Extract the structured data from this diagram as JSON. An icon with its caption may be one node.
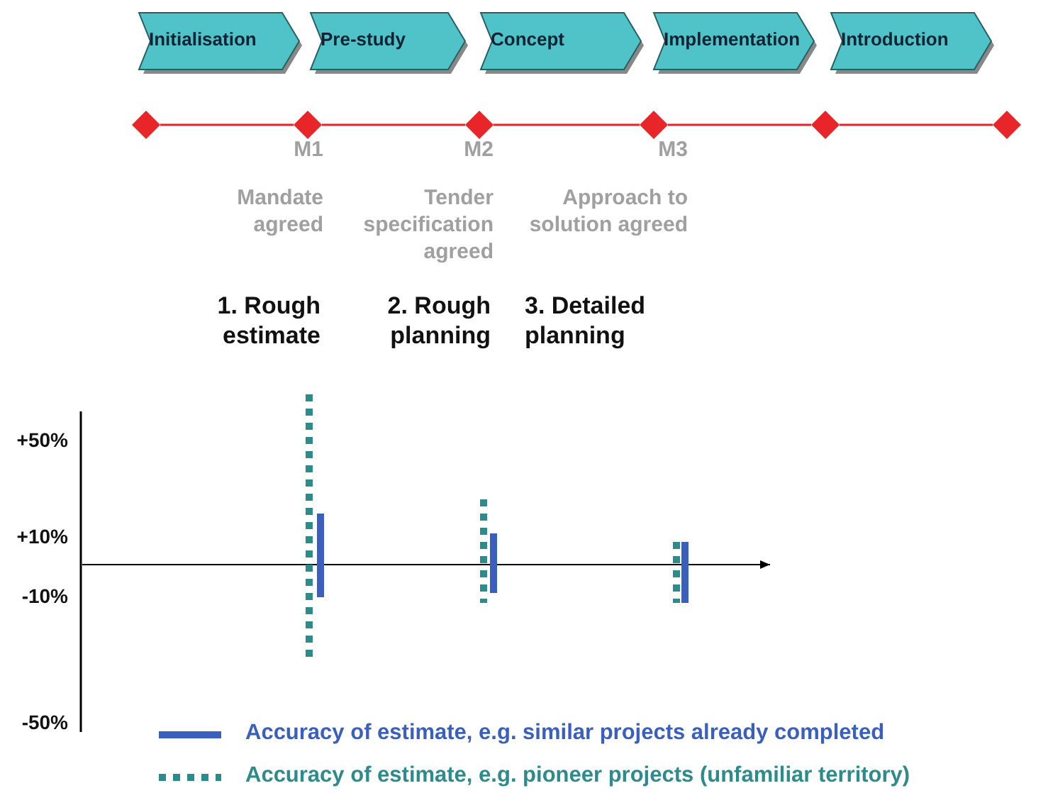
{
  "diagram": {
    "nodes": [
      {
        "text": [
          "Initialisation"
        ]
      },
      {
        "text": [
          "Pre-study"
        ]
      },
      {
        "text": [
          "Concept"
        ]
      },
      {
        "text": [
          "Implementation"
        ]
      },
      {
        "text": [
          "Introduction"
        ]
      },
      {
        "text": [],
        "shape": "diamond"
      },
      {
        "text": [],
        "shape": "diamond",
        "beside": [
          "M1",
          "Mandate agreed"
        ]
      },
      {
        "text": [],
        "shape": "diamond",
        "beside": [
          "M2",
          "Tender specification agreed"
        ]
      },
      {
        "text": [],
        "shape": "diamond",
        "beside": [
          "M3",
          "Approach to solution agreed"
        ]
      },
      {
        "text": [],
        "shape": "diamond"
      },
      {
        "text": [],
        "shape": "diamond"
      }
    ],
    "edges": [
      {
        "from": 5,
        "to": 6,
        "arrow": "none"
      },
      {
        "from": 6,
        "to": 7,
        "arrow": "none"
      },
      {
        "from": 7,
        "to": 8,
        "arrow": "none"
      },
      {
        "from": 8,
        "to": 9,
        "arrow": "none"
      },
      {
        "from": 9,
        "to": 10,
        "arrow": "none"
      }
    ],
    "labels": [
      "1. Rough estimate",
      "2. Rough planning",
      "3. Detailed planning",
      "+50%",
      "+10%",
      "-10%",
      "-50%"
    ],
    "legend": [
      {
        "text": "Accuracy of estimate, e.g. similar projects already completed"
      },
      {
        "text": "Accuracy of estimate, e.g. pioneer projects (unfamiliar territory)"
      }
    ]
  }
}
